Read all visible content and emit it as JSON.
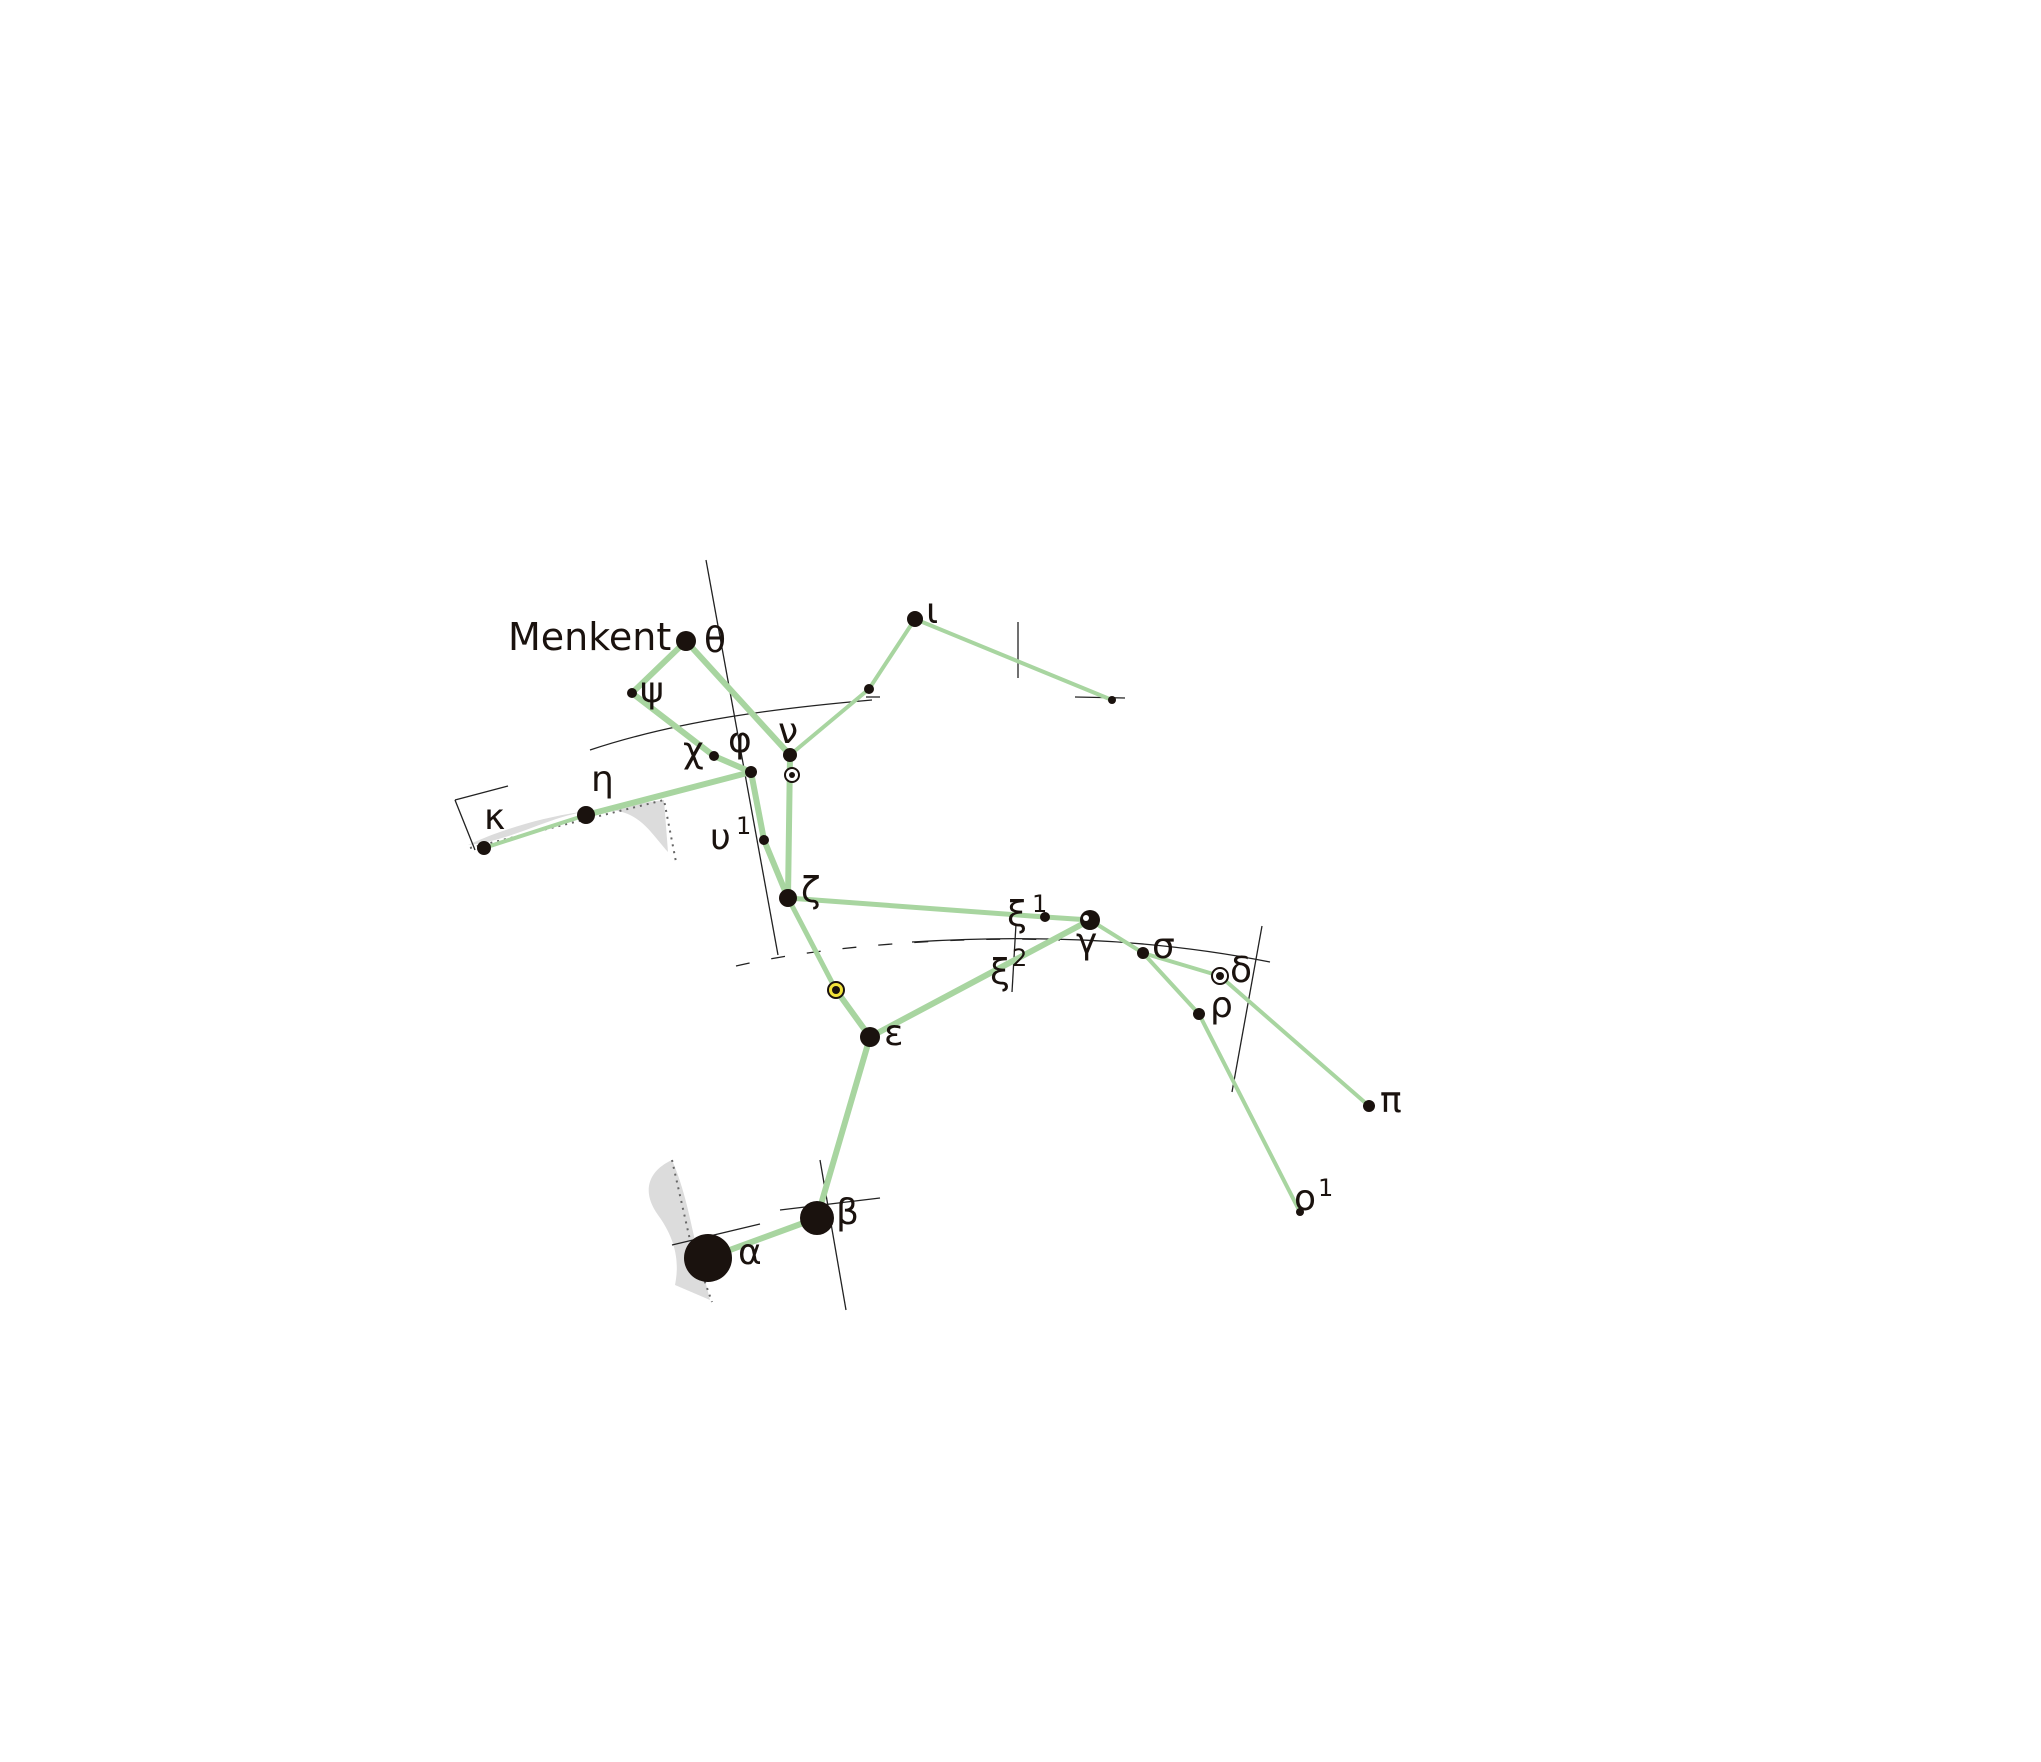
{
  "colors": {
    "line": "#a8d5a0",
    "star": "#1a120e",
    "milkyway": "#dcdcdc",
    "highlight": "#f2e23a"
  },
  "labels": {
    "menkent": "Menkent",
    "theta": "θ",
    "iota": "ι",
    "psi": "ψ",
    "chi": "χ",
    "phi": "φ",
    "nu": "ν",
    "kappa": "κ",
    "eta": "η",
    "upsilon1": "υ",
    "upsilon1_sup": "1",
    "zeta": "ζ",
    "xi1": "ξ",
    "xi1_sup": "1",
    "gamma": "γ",
    "sigma": "σ",
    "delta": "δ",
    "xi2": "ξ",
    "xi2_sup": "2",
    "rho": "ρ",
    "epsilon": "ε",
    "pi": "π",
    "omicron1": "o",
    "omicron1_sup": "1",
    "beta": "β",
    "alpha": "α"
  }
}
